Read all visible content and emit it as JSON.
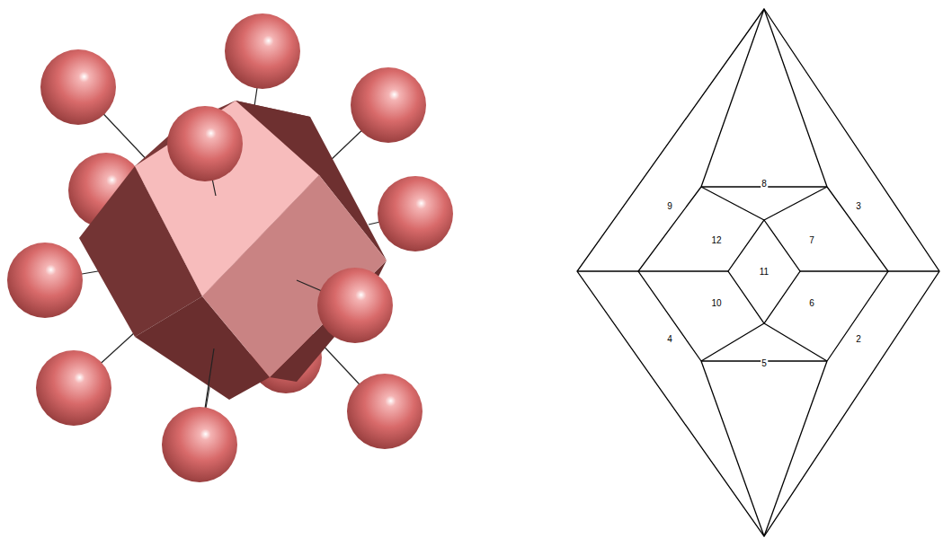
{
  "diagram": {
    "labels": [
      "8",
      "9",
      "3",
      "12",
      "7",
      "11",
      "10",
      "6",
      "4",
      "2",
      "5"
    ]
  }
}
